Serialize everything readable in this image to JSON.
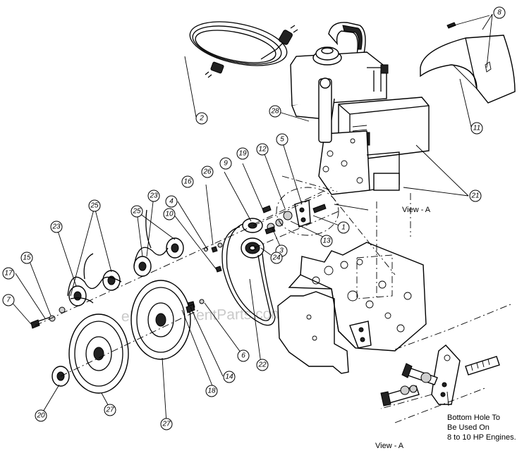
{
  "watermark": "eReplacementParts.com",
  "view_label_top": "View - A",
  "view_label_bottom": "View - A",
  "engine_note": [
    "Bottom Hole To",
    "Be Used On",
    "8 to 10 HP Engines."
  ],
  "callouts": [
    {
      "id": "c1",
      "text": "1"
    },
    {
      "id": "c2",
      "text": "2"
    },
    {
      "id": "c3",
      "text": "3"
    },
    {
      "id": "c4",
      "text": "4"
    },
    {
      "id": "c5",
      "text": "5"
    },
    {
      "id": "c6",
      "text": "6"
    },
    {
      "id": "c7",
      "text": "7"
    },
    {
      "id": "c8",
      "text": "8"
    },
    {
      "id": "c9",
      "text": "9"
    },
    {
      "id": "c10",
      "text": "10"
    },
    {
      "id": "c11",
      "text": "11"
    },
    {
      "id": "c12",
      "text": "12"
    },
    {
      "id": "c13",
      "text": "13"
    },
    {
      "id": "c14",
      "text": "14"
    },
    {
      "id": "c15",
      "text": "15"
    },
    {
      "id": "c16",
      "text": "16"
    },
    {
      "id": "c17",
      "text": "17"
    },
    {
      "id": "c18",
      "text": "18"
    },
    {
      "id": "c19",
      "text": "19"
    },
    {
      "id": "c20",
      "text": "20"
    },
    {
      "id": "c21",
      "text": "21"
    },
    {
      "id": "c22",
      "text": "22"
    },
    {
      "id": "c23a",
      "text": "23"
    },
    {
      "id": "c23b",
      "text": "23"
    },
    {
      "id": "c24",
      "text": "24"
    },
    {
      "id": "c25a",
      "text": "25"
    },
    {
      "id": "c25b",
      "text": "25"
    },
    {
      "id": "c26",
      "text": "26"
    },
    {
      "id": "c27a",
      "text": "27"
    },
    {
      "id": "c27b",
      "text": "27"
    },
    {
      "id": "c28",
      "text": "28"
    }
  ]
}
